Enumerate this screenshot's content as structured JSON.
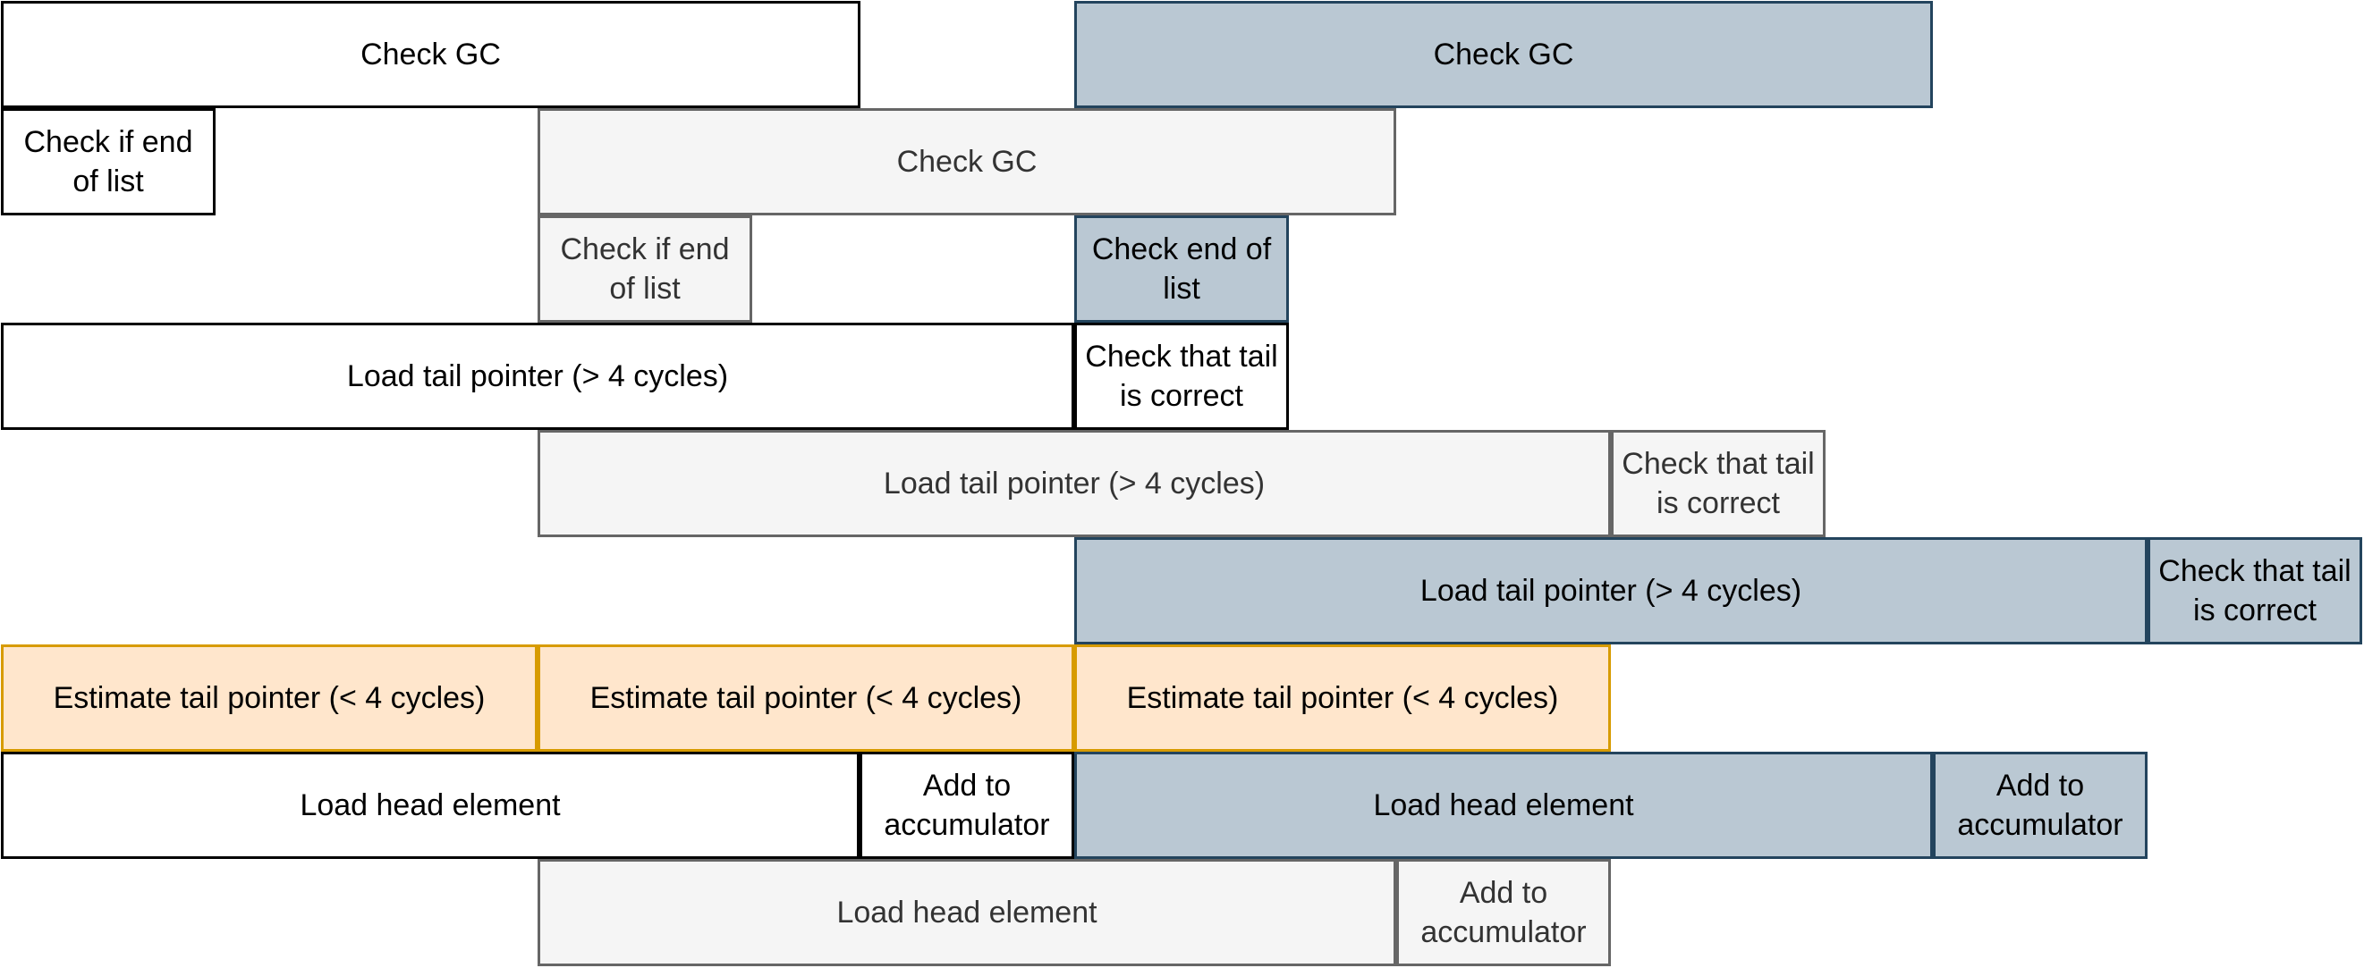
{
  "colors": {
    "white_fill": "#ffffff",
    "white_stroke": "#000000",
    "gray_fill": "#f5f5f5",
    "gray_stroke": "#666666",
    "gray_text": "#333333",
    "blue_fill": "#bac8d3",
    "blue_stroke": "#23445d",
    "orange_fill": "#ffe6cc",
    "orange_stroke": "#d79b00"
  },
  "blocks": [
    {
      "id": "check-gc-1",
      "label": "Check GC",
      "style": "white"
    },
    {
      "id": "check-gc-3",
      "label": "Check GC",
      "style": "blue"
    },
    {
      "id": "check-end-of-list-1",
      "label": "Check if end of list",
      "style": "white"
    },
    {
      "id": "check-gc-2",
      "label": "Check GC",
      "style": "gray"
    },
    {
      "id": "check-end-of-list-2",
      "label": "Check if end of list",
      "style": "gray"
    },
    {
      "id": "check-end-of-list-3",
      "label": "Check end of list",
      "style": "blue"
    },
    {
      "id": "load-tail-pointer-1",
      "label": "Load tail pointer (> 4 cycles)",
      "style": "white"
    },
    {
      "id": "check-tail-correct-1",
      "label": "Check that tail is correct",
      "style": "white"
    },
    {
      "id": "load-tail-pointer-2",
      "label": "Load tail pointer (> 4 cycles)",
      "style": "gray"
    },
    {
      "id": "check-tail-correct-2",
      "label": "Check that tail is correct",
      "style": "gray"
    },
    {
      "id": "load-tail-pointer-3",
      "label": "Load tail pointer (> 4 cycles)",
      "style": "blue"
    },
    {
      "id": "check-tail-correct-3",
      "label": "Check that tail is correct",
      "style": "blue"
    },
    {
      "id": "estimate-tail-pointer-1",
      "label": "Estimate tail pointer (< 4 cycles)",
      "style": "orange"
    },
    {
      "id": "estimate-tail-pointer-2",
      "label": "Estimate tail pointer (< 4 cycles)",
      "style": "orange"
    },
    {
      "id": "estimate-tail-pointer-3",
      "label": "Estimate tail pointer (< 4 cycles)",
      "style": "orange"
    },
    {
      "id": "load-head-element-1",
      "label": "Load head element",
      "style": "white"
    },
    {
      "id": "add-to-accumulator-1",
      "label": "Add to accumulator",
      "style": "white"
    },
    {
      "id": "load-head-element-3",
      "label": "Load head element",
      "style": "blue"
    },
    {
      "id": "add-to-accumulator-3",
      "label": "Add to accumulator",
      "style": "blue"
    },
    {
      "id": "load-head-element-2",
      "label": "Load head element",
      "style": "gray"
    },
    {
      "id": "add-to-accumulator-2",
      "label": "Add to accumulator",
      "style": "gray"
    }
  ]
}
